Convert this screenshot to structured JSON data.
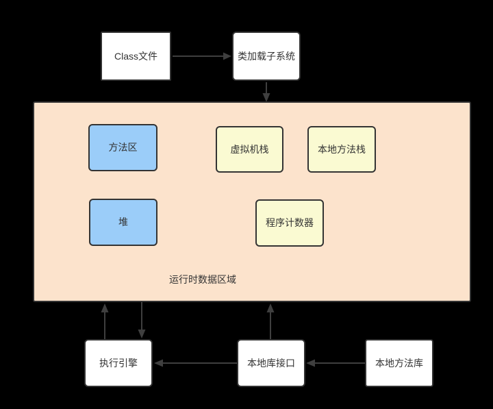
{
  "colors": {
    "background": "#000000",
    "node-border": "#333333",
    "arrow": "#3f3f3f",
    "white-fill": "#ffffff",
    "blue-fill": "#9bcdf9",
    "yellow-fill": "#fafad2",
    "peach-fill": "#fce3cc",
    "text": "#333333"
  },
  "nodes": {
    "class_file": {
      "label": "Class文件"
    },
    "class_loader": {
      "label": "类加载子系统"
    },
    "runtime_area": {
      "label": "运行时数据区域"
    },
    "method_area": {
      "label": "方法区"
    },
    "vm_stack": {
      "label": "虚拟机栈"
    },
    "native_method_stack": {
      "label": "本地方法栈"
    },
    "heap": {
      "label": "堆"
    },
    "program_counter": {
      "label": "程序计数器"
    },
    "execution_engine": {
      "label": "执行引擎"
    },
    "native_interface": {
      "label": "本地库接口"
    },
    "native_library": {
      "label": "本地方法库"
    }
  },
  "edges": [
    {
      "from": "class_file",
      "to": "class_loader",
      "direction": "right"
    },
    {
      "from": "class_loader",
      "to": "runtime_area",
      "direction": "down"
    },
    {
      "from": "execution_engine",
      "to": "runtime_area",
      "direction": "up"
    },
    {
      "from": "runtime_area",
      "to": "execution_engine",
      "direction": "down"
    },
    {
      "from": "native_interface",
      "to": "runtime_area",
      "direction": "up"
    },
    {
      "from": "native_interface",
      "to": "execution_engine",
      "direction": "left"
    },
    {
      "from": "native_library",
      "to": "native_interface",
      "direction": "left"
    }
  ]
}
